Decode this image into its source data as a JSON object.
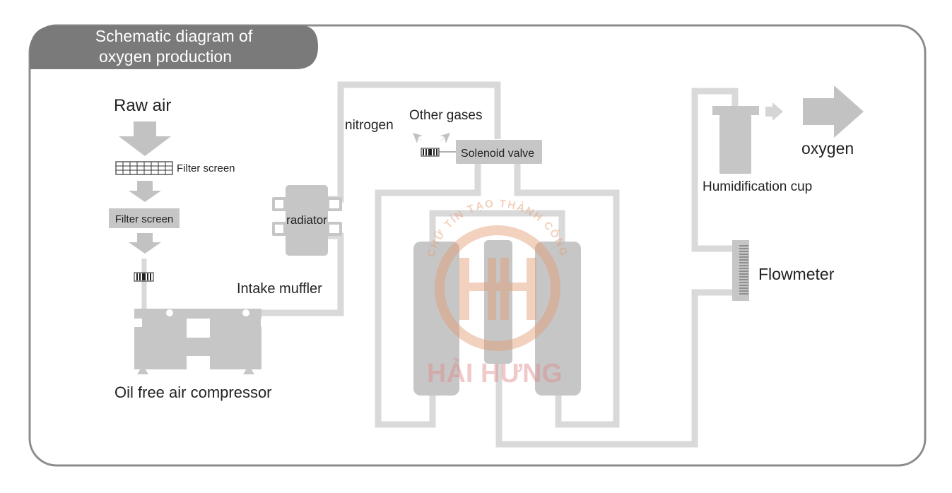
{
  "diagram": {
    "title_line1": "Schematic diagram of",
    "title_line2": "oxygen production",
    "labels": {
      "raw_air": "Raw air",
      "filter_screen_1": "Filter screen",
      "filter_screen_2": "Filter screen",
      "intake_muffler": "Intake muffler",
      "oil_free_air_compressor": "Oil free air compressor",
      "radiator": "radiator",
      "nitrogen": "nitrogen",
      "other_gases": "Other gases",
      "solenoid_valve": "Solenoid valve",
      "humidification_cup": "Humidification cup",
      "oxygen": "oxygen",
      "flowmeter": "Flowmeter"
    },
    "watermark": {
      "arc_text": "CHỮ TÍN TẠO THÀNH CÔNG",
      "brand": "HẢI HƯNG"
    },
    "colors": {
      "frame": "#8c8c8c",
      "title_bg": "#7a7a7a",
      "pipe": "#d9d9d9",
      "component": "#c6c6c6",
      "watermark": "#e8a080"
    }
  }
}
